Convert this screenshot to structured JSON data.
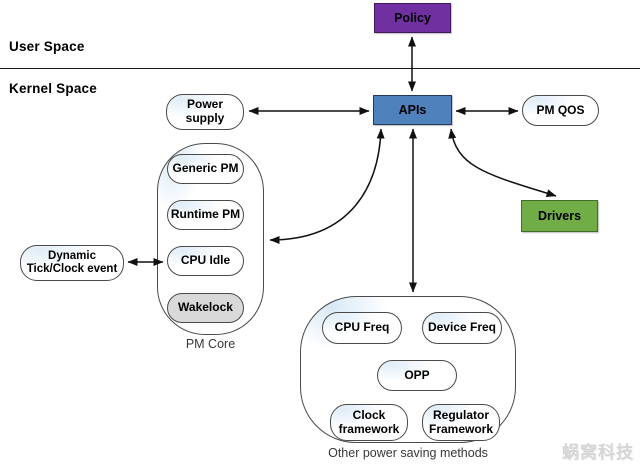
{
  "regions": {
    "user_space": "User Space",
    "kernel_space": "Kernel Space"
  },
  "nodes": {
    "policy": "Policy",
    "apis": "APIs",
    "pm_qos": "PM QOS",
    "power_supply": "Power supply",
    "drivers": "Drivers",
    "dynamic_tick": "Dynamic Tick/Clock event"
  },
  "pm_core": {
    "caption": "PM Core",
    "items": [
      "Generic PM",
      "Runtime PM",
      "CPU Idle",
      "Wakelock"
    ]
  },
  "other_methods": {
    "caption": "Other power saving methods",
    "items": [
      "CPU Freq",
      "Device Freq",
      "OPP",
      "Clock framework",
      "Regulator Framework"
    ]
  },
  "watermark": "蜗窝科技",
  "colors": {
    "policy_fill": "#7030A0",
    "apis_fill": "#4F81BD",
    "drivers_fill": "#70AD47",
    "wakelock_fill": "#D9D9D9",
    "arrow": "#111111"
  }
}
